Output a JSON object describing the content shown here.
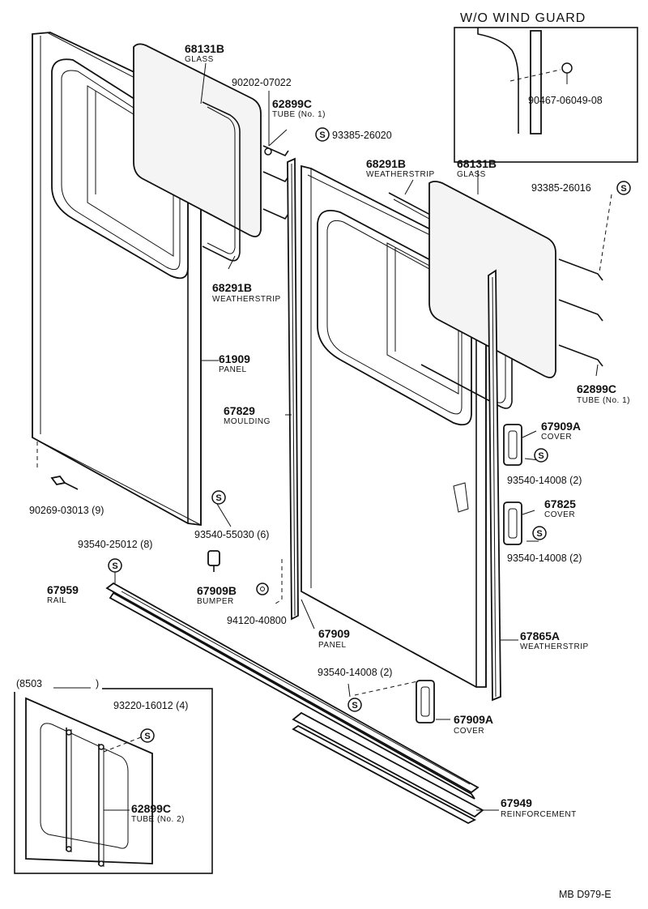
{
  "inset_top": {
    "title": "W/O WIND  GUARD",
    "part": "90467-06049-08"
  },
  "inset_bottom": {
    "title": "(8503",
    "title_close": ")",
    "bolt": "93220-16012 (4)",
    "tube_no": "62899C",
    "tube_name": "TUBE (No. 2)"
  },
  "screw_symbol": "S",
  "labels": {
    "glass_left_no": "68131B",
    "glass_left_name": "GLASS",
    "bolt_a": "90202-07022",
    "tube_left_no": "62899C",
    "tube_left_name": "TUBE (No. 1)",
    "screw_a": "93385-26020",
    "ws_right_no": "68291B",
    "ws_right_name": "WEATHERSTRIP",
    "glass_right_no": "68131B",
    "glass_right_name": "GLASS",
    "screw_b": "93385-26016",
    "ws_left_no": "68291B",
    "ws_left_name": "WEATHERSTRIP",
    "panel_left_no": "61909",
    "panel_left_name": "PANEL",
    "moulding_no": "67829",
    "moulding_name": "MOULDING",
    "tube_right_no": "62899C",
    "tube_right_name": "TUBE (No. 1)",
    "cover_a_no": "67909A",
    "cover_a_name": "COVER",
    "screw_c": "93540-14008 (2)",
    "pin": "90269-03013 (9)",
    "screw_d": "93540-55030 (6)",
    "cover_b_no": "67825",
    "cover_b_name": "COVER",
    "screw_e": "93540-14008 (2)",
    "screw_f": "93540-25012 (8)",
    "bumper_no": "67909B",
    "bumper_name": "BUMPER",
    "rail_no": "67959",
    "rail_name": "RAIL",
    "nut": "94120-40800",
    "panel_right_no": "67909",
    "panel_right_name": "PANEL",
    "ws_long_no": "67865A",
    "ws_long_name": "WEATHERSTRIP",
    "screw_g": "93540-14008 (2)",
    "cover_c_no": "67909A",
    "cover_c_name": "COVER",
    "reinf_no": "67949",
    "reinf_name": "REINFORCEMENT"
  },
  "footer_code": "MB  D979-E"
}
